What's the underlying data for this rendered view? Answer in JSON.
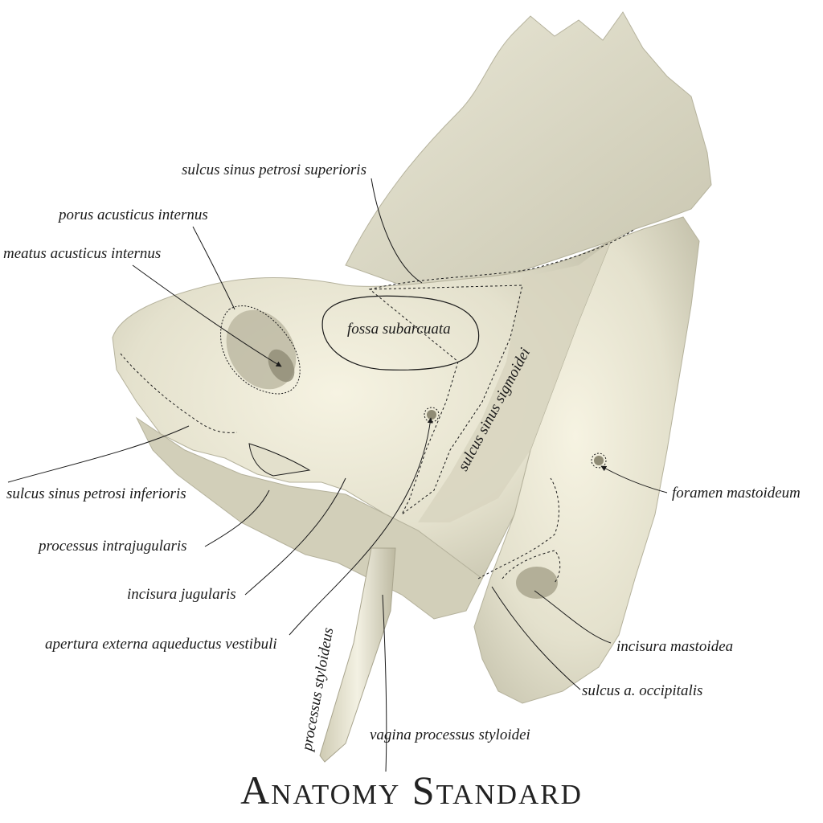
{
  "brand": "Anatomy Standard",
  "labels": {
    "sulcus_sinus_petrosi_superioris": "sulcus sinus petrosi superioris",
    "porus_acusticus_internus": "porus acusticus internus",
    "meatus_acusticus_internus": "meatus acusticus internus",
    "fossa_subarcuata": "fossa subarcuata",
    "sulcus_sinus_sigmoidei": "sulcus sinus sigmoidei",
    "foramen_mastoideum": "foramen mastoideum",
    "sulcus_sinus_petrosi_inferioris": "sulcus sinus petrosi inferioris",
    "processus_intrajugularis": "processus intrajugularis",
    "incisura_jugularis": "incisura jugularis",
    "apertura_externa_aqueductus_vestibuli": "apertura externa aqueductus vestibuli",
    "processus_styloideus": "processus styloideus",
    "vagina_processus_styloidei": "vagina processus styloidei",
    "incisura_mastoidea": "incisura mastoidea",
    "sulcus_a_occipitalis": "sulcus a. occipitalis"
  },
  "colors": {
    "bone_light": "#f1efe0",
    "bone_mid": "#dcd9c4",
    "bone_shadow": "#b9b6a0",
    "line": "#1a1a1a"
  }
}
